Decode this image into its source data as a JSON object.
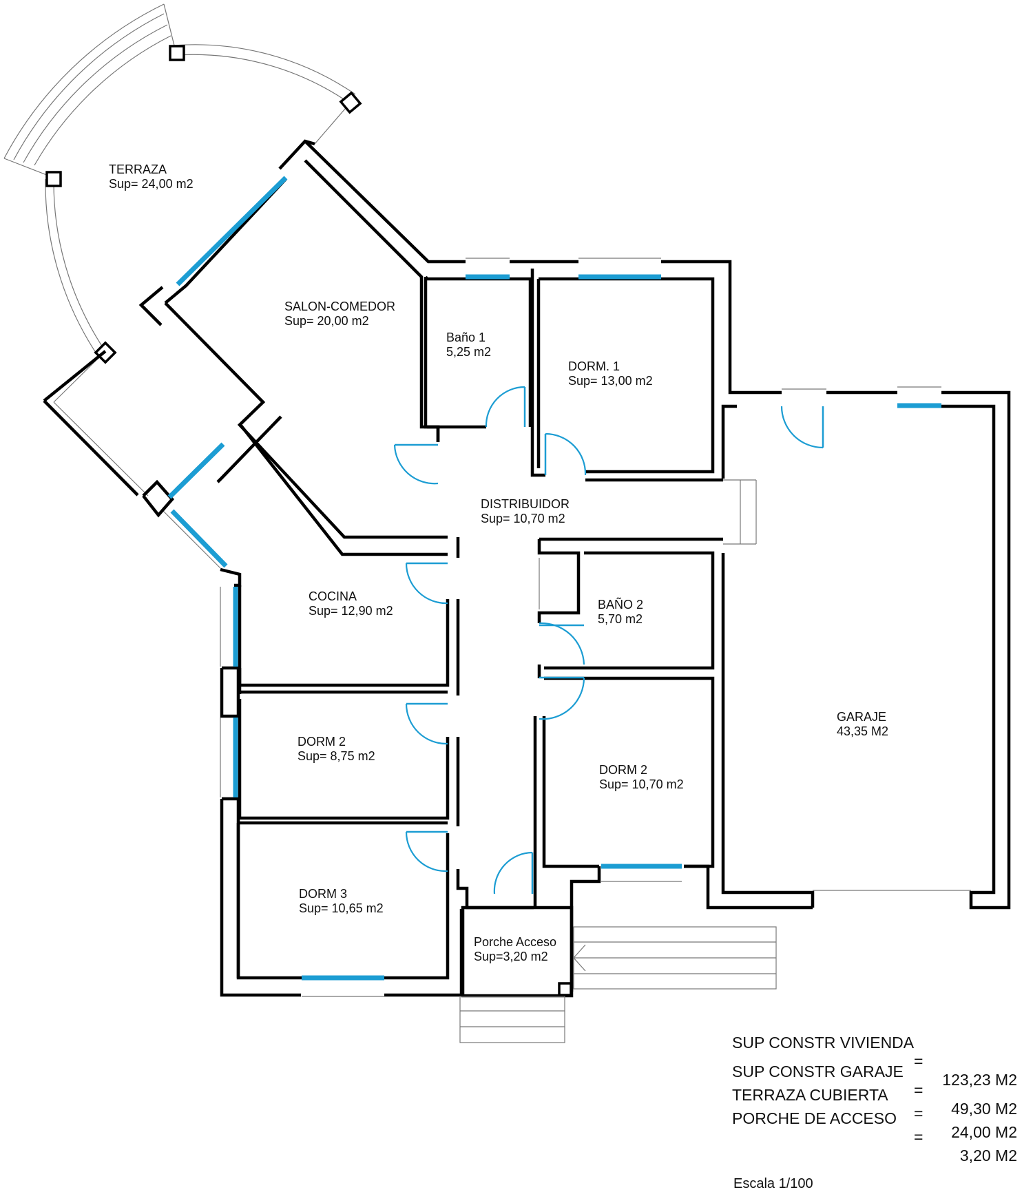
{
  "rooms": {
    "terraza": {
      "name": "TERRAZA",
      "area": "Sup= 24,00  m2"
    },
    "salon": {
      "name": "SALON-COMEDOR",
      "area": "Sup= 20,00 m2"
    },
    "bano1": {
      "name": "Baño 1",
      "area": "5,25 m2"
    },
    "dorm1": {
      "name": "DORM. 1",
      "area": "Sup= 13,00 m2"
    },
    "distribuidor": {
      "name": "DISTRIBUIDOR",
      "area": "Sup= 10,70 m2"
    },
    "cocina": {
      "name": "COCINA",
      "area": "Sup= 12,90 m2"
    },
    "bano2": {
      "name": "BAÑO 2",
      "area": "5,70 m2"
    },
    "garaje": {
      "name": "GARAJE",
      "area": "43,35 M2"
    },
    "dorm2_left": {
      "name": "DORM 2",
      "area": "Sup= 8,75 m2"
    },
    "dorm2_right": {
      "name": "DORM 2",
      "area": "Sup= 10,70 m2"
    },
    "dorm3": {
      "name": "DORM 3",
      "area": "Sup= 10,65 m2"
    },
    "porche": {
      "name": "Porche Acceso",
      "area": "Sup=3,20 m2"
    }
  },
  "summary": [
    {
      "label": "SUP CONSTR VIVIENDA",
      "eq": "=",
      "value": "123,23 M2"
    },
    {
      "label": "SUP CONSTR GARAJE",
      "eq": "=",
      "value": "49,30 M2"
    },
    {
      "label": "TERRAZA CUBIERTA",
      "eq": "=",
      "value": "24,00 M2"
    },
    {
      "label": "PORCHE DE ACCESO",
      "eq": "=",
      "value": "3,20 M2"
    }
  ],
  "scale": "Escala 1/100",
  "colors": {
    "walls": "#000000",
    "windows_doors": "#1c9dd3",
    "background": "#ffffff"
  }
}
